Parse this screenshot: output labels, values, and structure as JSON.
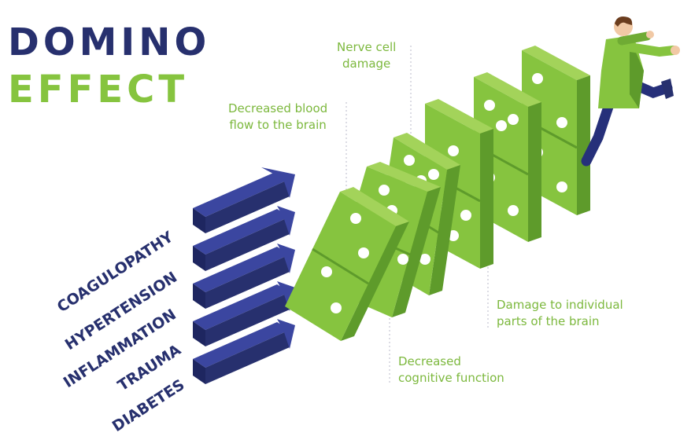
{
  "title": {
    "line1": "DOMINO",
    "line2": "EFFECT"
  },
  "colors": {
    "navy": "#27306e",
    "green": "#86c43f",
    "green_light": "#a3d35a",
    "green_dark": "#5e9b2b",
    "label_green": "#7cb83d"
  },
  "effects": [
    {
      "line1": "Nerve cell",
      "line2": "damage"
    },
    {
      "line1": "Decreased blood",
      "line2": "flow to the brain"
    },
    {
      "line1": "Damage to individual",
      "line2": "parts of the brain"
    },
    {
      "line1": "Decreased",
      "line2": "cognitive function"
    }
  ],
  "causes": [
    "COAGULOPATHY",
    "HYPERTENSION",
    "INFLAMMATION",
    "TRAUMA",
    "DIABETES"
  ]
}
